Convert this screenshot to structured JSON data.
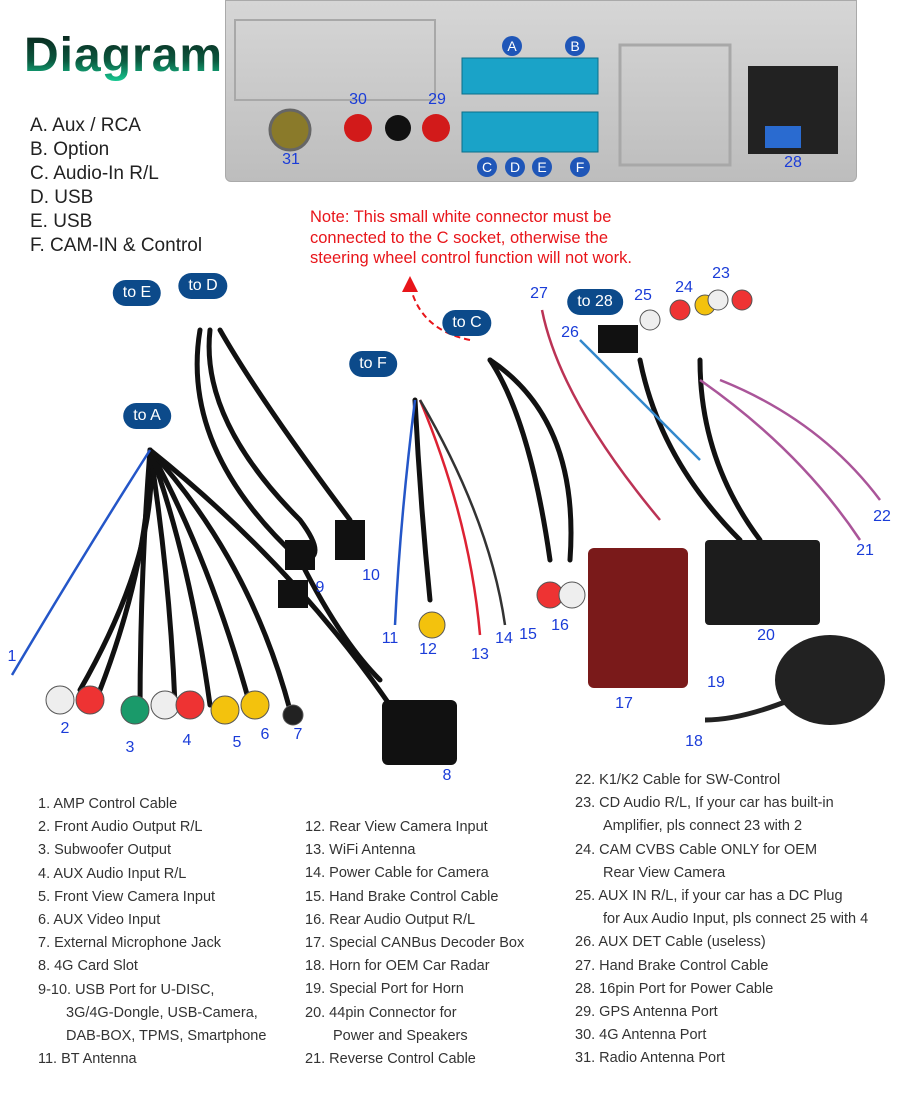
{
  "title": "Diagram",
  "legend": [
    "A. Aux / RCA",
    "B. Option",
    "C. Audio-In R/L",
    "D. USB",
    "E. USB",
    "F. CAM-IN & Control"
  ],
  "connector_letters": [
    "A",
    "B",
    "C",
    "D",
    "E",
    "F"
  ],
  "note": [
    "Note: This small white connector must be",
    "connected to the C socket, otherwise the",
    "steering wheel control function will not work."
  ],
  "bubbles": [
    "to E",
    "to D",
    "to A",
    "to F",
    "to C",
    "to 28"
  ],
  "numbers": [
    "1",
    "2",
    "3",
    "4",
    "5",
    "6",
    "7",
    "8",
    "9",
    "10",
    "11",
    "12",
    "13",
    "14",
    "15",
    "16",
    "17",
    "18",
    "19",
    "20",
    "21",
    "22",
    "23",
    "24",
    "25",
    "26",
    "27",
    "28",
    "29",
    "30",
    "31"
  ],
  "lists": [
    [
      [
        "1. AMP Control Cable"
      ],
      [
        "2. Front Audio Output R/L"
      ],
      [
        "3. Subwoofer Output"
      ],
      [
        "4. AUX Audio Input R/L"
      ],
      [
        "5. Front View Camera Input"
      ],
      [
        "6. AUX Video Input"
      ],
      [
        "7. External Microphone Jack"
      ],
      [
        "8. 4G Card Slot"
      ],
      [
        "9-10. USB Port for U-DISC,",
        "3G/4G-Dongle, USB-Camera,",
        "DAB-BOX, TPMS, Smartphone"
      ],
      [
        "11. BT Antenna"
      ]
    ],
    [
      [
        "12. Rear View Camera Input"
      ],
      [
        "13. WiFi Antenna"
      ],
      [
        "14. Power Cable for Camera"
      ],
      [
        "15. Hand Brake Control Cable"
      ],
      [
        "16. Rear Audio Output R/L"
      ],
      [
        "17. Special CANBus Decoder Box"
      ],
      [
        "18. Horn for OEM Car Radar"
      ],
      [
        "19. Special Port for Horn"
      ],
      [
        "20. 44pin Connector for",
        "Power and Speakers"
      ],
      [
        "21. Reverse Control Cable"
      ]
    ],
    [
      [
        "22. K1/K2 Cable for SW-Control"
      ],
      [
        "23. CD Audio R/L, If your car has built-in",
        "Amplifier, pls connect 23 with 2"
      ],
      [
        "24. CAM CVBS Cable ONLY for OEM",
        "Rear View Camera"
      ],
      [
        "25. AUX IN R/L, if your car has a DC Plug",
        "for Aux Audio Input, pls connect 25 with 4"
      ],
      [
        "26. AUX DET Cable (useless)"
      ],
      [
        "27. Hand Brake Control Cable"
      ],
      [
        "28. 16pin Port for Power Cable"
      ],
      [
        "29. GPS Antenna Port"
      ],
      [
        "30. 4G Antenna Port"
      ],
      [
        "31. Radio Antenna Port"
      ]
    ]
  ],
  "colors": {
    "label_blue": "#1a3cd8",
    "bubble": "#0c4a8a",
    "note_red": "#e8151a"
  }
}
